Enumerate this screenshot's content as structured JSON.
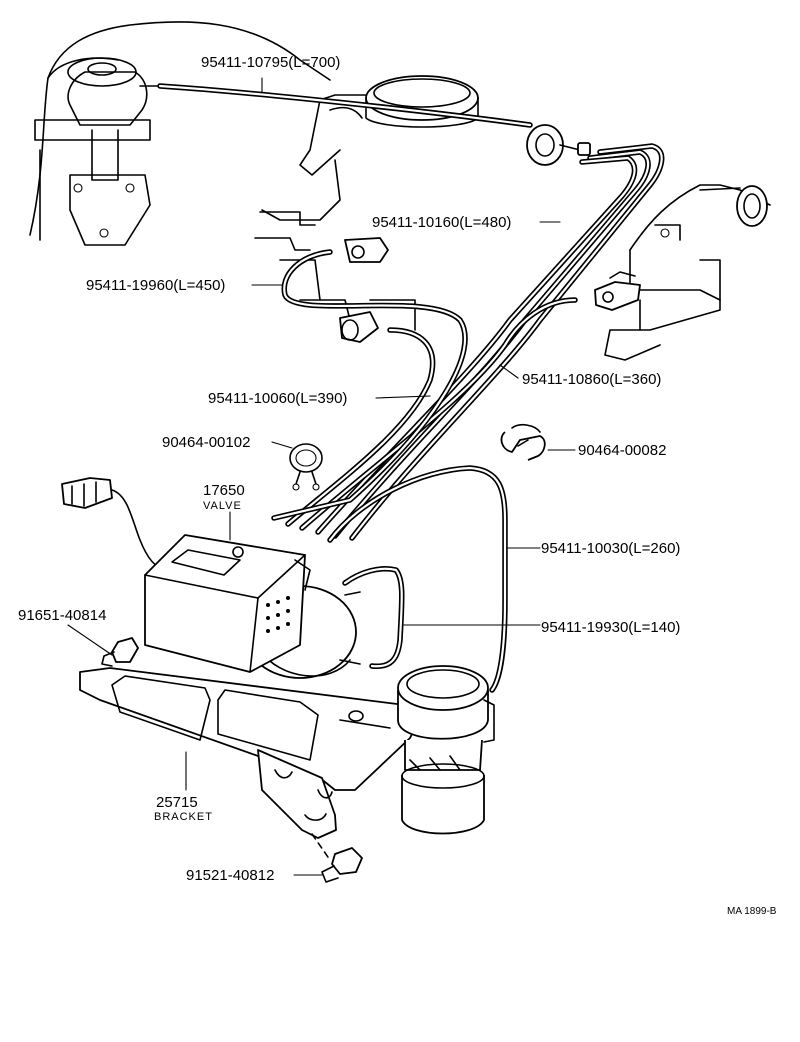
{
  "callouts": {
    "hose_10795": "95411-10795(L=700)",
    "hose_10160": "95411-10160(L=480)",
    "hose_19960": "95411-19960(L=450)",
    "hose_10860": "95411-10860(L=360)",
    "hose_10060": "95411-10060(L=390)",
    "clip_00102": "90464-00102",
    "clip_00082": "90464-00082",
    "hose_10030": "95411-10030(L=260)",
    "hose_19930": "95411-19930(L=140)",
    "bolt_40814": "91651-40814",
    "bolt_40812": "91521-40812"
  },
  "parts": {
    "valve_number": "17650",
    "valve_name": "VALVE",
    "bracket_number": "25715",
    "bracket_name": "BRACKET"
  },
  "figure_code": "MA 1899-B"
}
